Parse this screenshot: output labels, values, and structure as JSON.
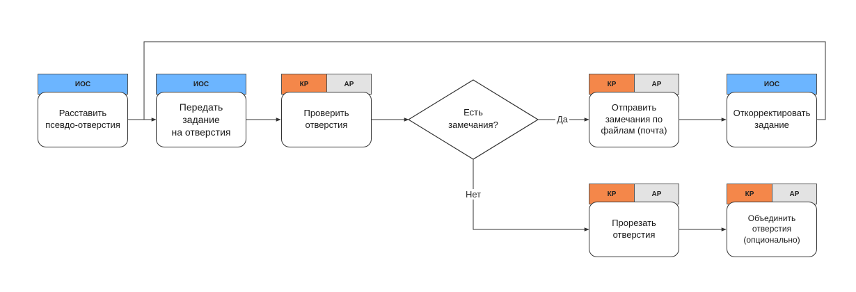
{
  "nodes": {
    "n1": {
      "tags": [
        "ИОС"
      ],
      "text": "Расставить\nпсевдо-отверстия"
    },
    "n2": {
      "tags": [
        "ИОС"
      ],
      "text": "Передать задание\nна отверстия"
    },
    "n3": {
      "tags": [
        "КР",
        "АР"
      ],
      "text": "Проверить\nотверстия"
    },
    "decision": {
      "text": "Есть\nзамечания?"
    },
    "n5": {
      "tags": [
        "КР",
        "АР"
      ],
      "text": "Отправить\nзамечания по\nфайлам (почта)"
    },
    "n6": {
      "tags": [
        "ИОС"
      ],
      "text": "Откорректировать\nзадание"
    },
    "n7": {
      "tags": [
        "КР",
        "АР"
      ],
      "text": "Прорезать\nотверстия"
    },
    "n8": {
      "tags": [
        "КР",
        "АР"
      ],
      "text": "Объединить\nотверстия\n(опционально)"
    }
  },
  "edge_labels": {
    "yes": "Да",
    "no": "Нет"
  },
  "colors": {
    "ios": "#6cb5ff",
    "kr": "#f4874a",
    "ar": "#e3e3e3",
    "line": "#333333"
  }
}
